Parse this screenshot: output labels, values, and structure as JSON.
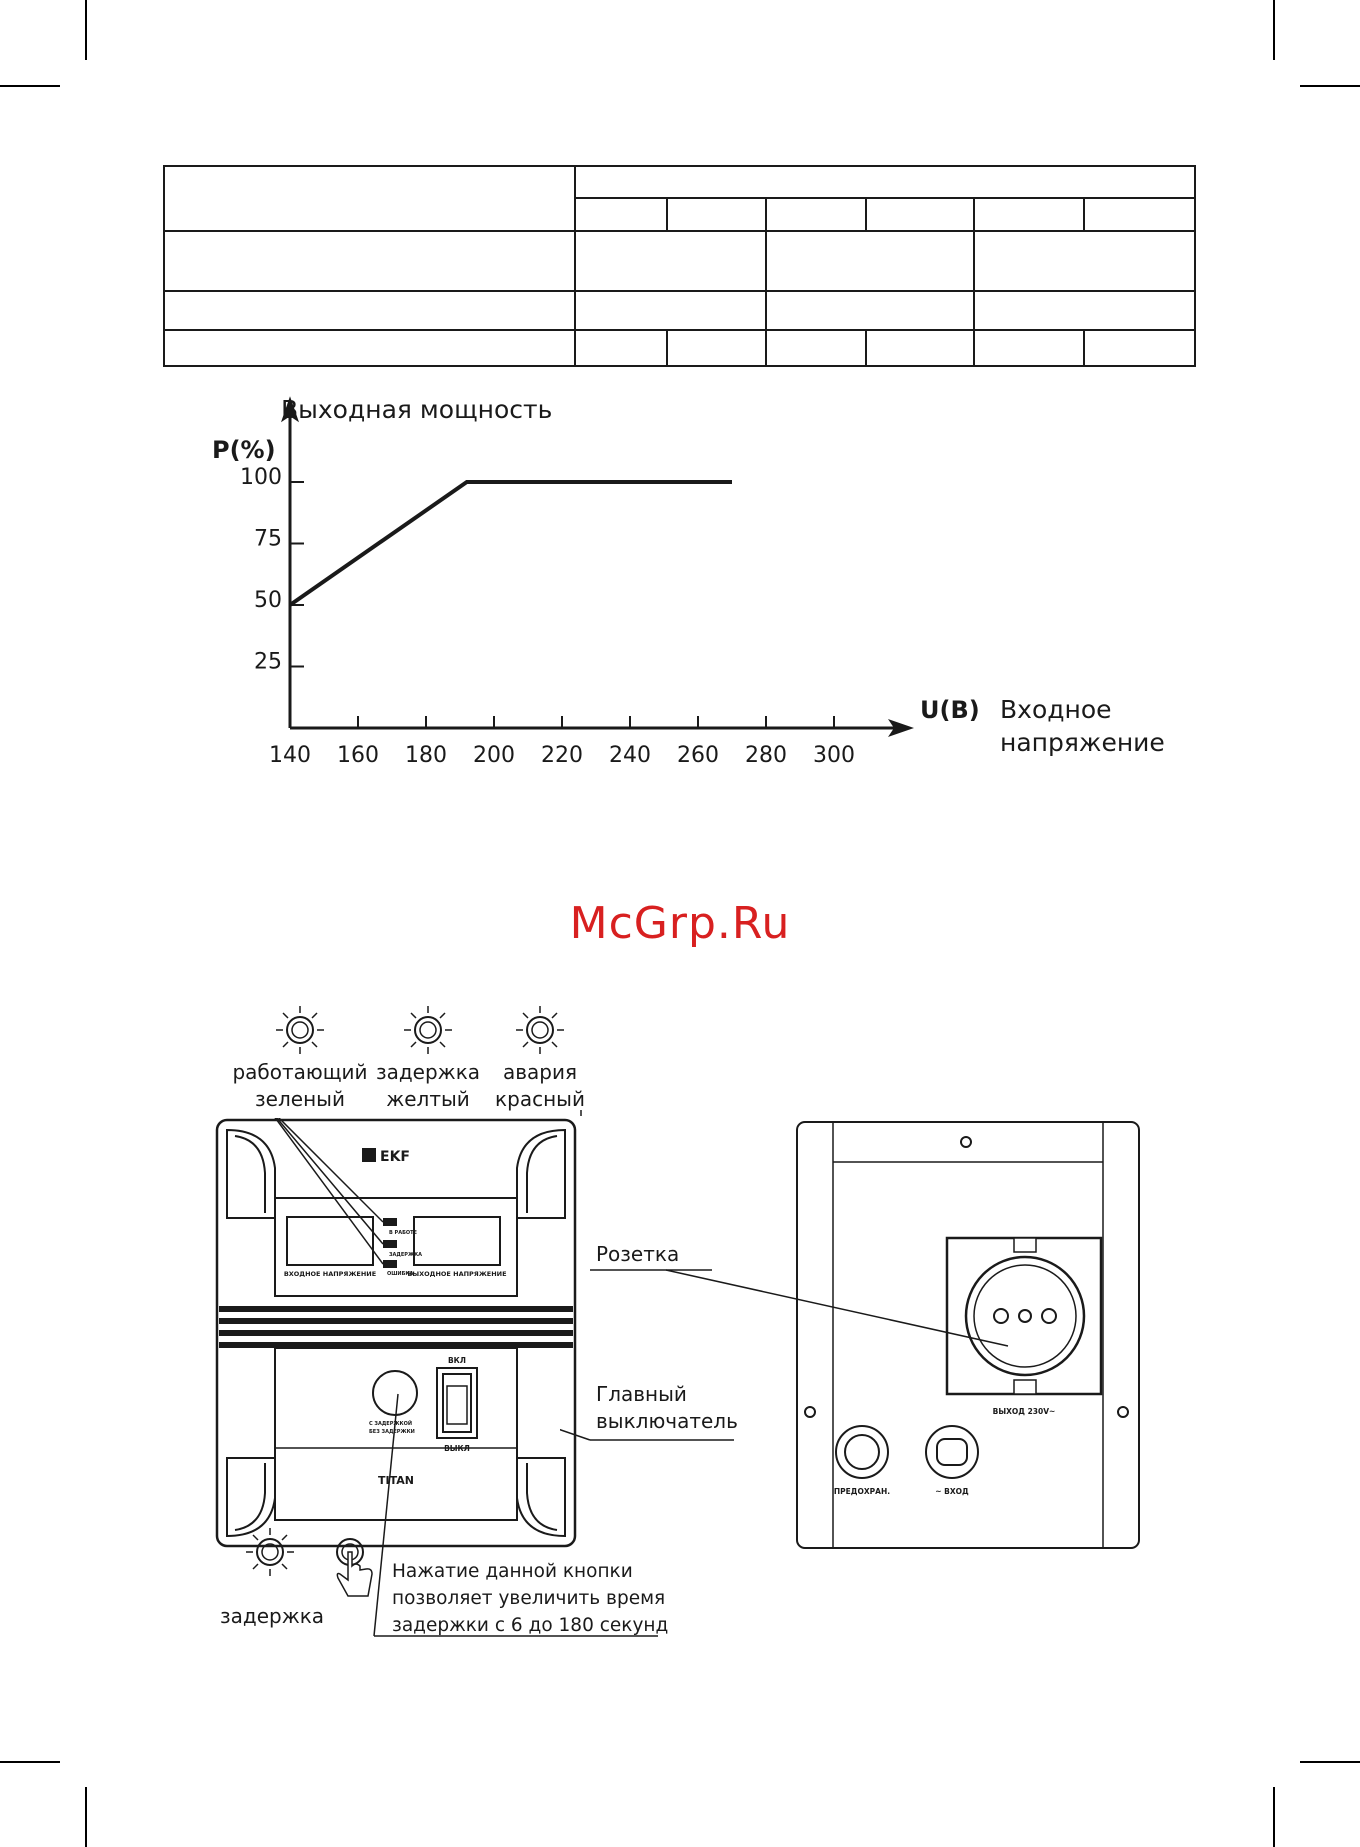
{
  "chart_data": {
    "type": "line",
    "title": "Выходная мощность",
    "ylabel": "P(%)",
    "xlabel": "U(B)",
    "xlabel_caption": [
      "Входное",
      "напряжение"
    ],
    "x_ticks": [
      140,
      160,
      180,
      200,
      220,
      240,
      260,
      280,
      300
    ],
    "y_ticks": [
      25,
      50,
      75,
      100
    ],
    "xlim": [
      140,
      320
    ],
    "ylim": [
      0,
      130
    ],
    "series": [
      {
        "x": [
          140,
          192,
          270
        ],
        "y": [
          50,
          100,
          100
        ]
      }
    ],
    "grid": false,
    "line_color": "#1a1a1a"
  },
  "watermark": "McGrp.Ru",
  "front_panel": {
    "indicators": [
      {
        "label1": "работающий",
        "label2": "зеленый"
      },
      {
        "label1": "задержка",
        "label2": "желтый"
      },
      {
        "label1": "авария",
        "label2": "красный"
      }
    ],
    "brand": "EKF",
    "display_in_label": "ВХОДНОЕ НАПРЯЖЕНИЕ",
    "display_out_label": "ВЫХОДНОЕ НАПРЯЖЕНИЕ",
    "led_labels": [
      "В РАБОТЕ",
      "ЗАДЕРЖКА",
      "ОШИБКА"
    ],
    "switch_on": "ВКЛ",
    "switch_off": "ВЫКЛ",
    "delay_with": "С ЗАДЕРЖКОЙ",
    "delay_without": "БЕЗ ЗАДЕРЖКИ",
    "model": "TITAN",
    "delay_icon_label": "задержка",
    "button_note": [
      "Нажатие данной кнопки",
      "позволяет увеличить время",
      "задержки с 6 до 180 секунд"
    ]
  },
  "back_panel": {
    "socket_callout": "Розетка",
    "switch_callout": [
      "Главный",
      "выключатель"
    ],
    "output_label": "ВЫХОД 230V~",
    "fuse_label": "ПРЕДОХРАН.",
    "input_label": "~ ВХОД"
  }
}
